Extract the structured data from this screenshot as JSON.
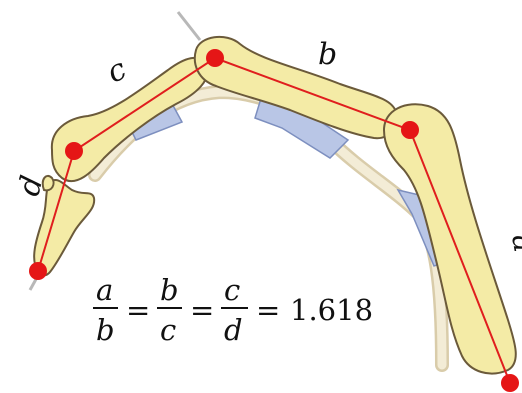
{
  "labels": {
    "a": "a",
    "b": "b",
    "c": "c",
    "d": "d"
  },
  "equation": {
    "f1_num": "a",
    "f1_den": "b",
    "f2_num": "b",
    "f2_den": "c",
    "f3_num": "c",
    "f3_den": "d",
    "eq": "=",
    "value": "1.618"
  },
  "colors": {
    "bone_fill": "#f4eba6",
    "bone_stroke": "#6b5a3a",
    "cartilage": "#b9c6e6",
    "tendon": "#efe7cf",
    "line": "#e01e1e",
    "point": "#e51616",
    "needle": "#b8b8b8"
  }
}
